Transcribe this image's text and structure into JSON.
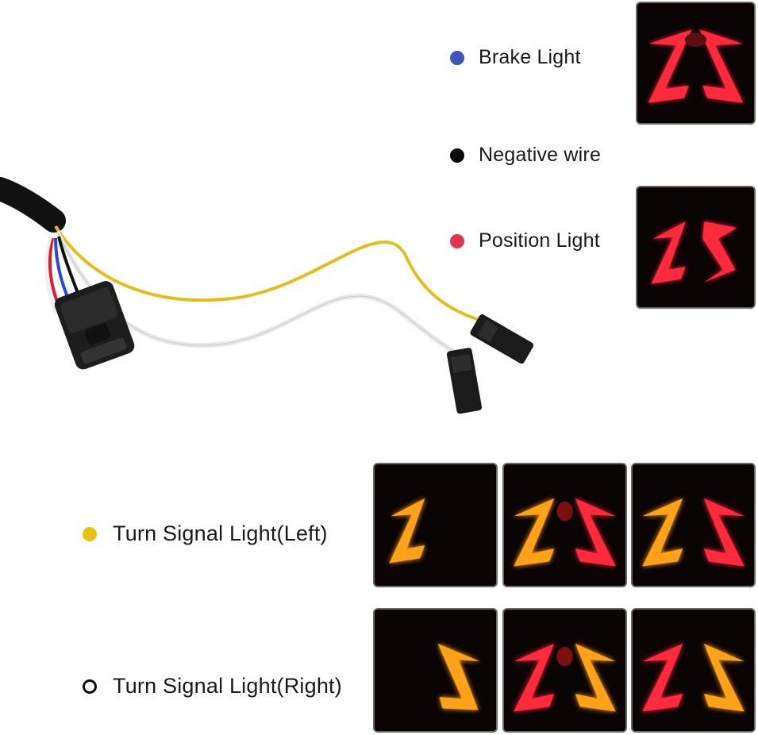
{
  "legend": [
    {
      "id": "brake",
      "label": "Brake Light",
      "color": "#3f55b8",
      "hollow": false
    },
    {
      "id": "negative",
      "label": "Negative wire",
      "color": "#0a0a0a",
      "hollow": false
    },
    {
      "id": "position",
      "label": "Position Light",
      "color": "#e0354f",
      "hollow": false
    },
    {
      "id": "turn-left",
      "label": "Turn Signal Light(Left)",
      "color": "#e8c210",
      "hollow": false
    },
    {
      "id": "turn-right",
      "label": "Turn Signal Light(Right)",
      "color": "#0a0a0a",
      "hollow": true
    }
  ],
  "colors": {
    "red_light": "#ff2a3c",
    "amber_light": "#ffa21a",
    "tile_bg": "#0b0404",
    "wire_yellow": "#e3be1a",
    "wire_white": "#f2f2f2",
    "wire_red": "#e4192a",
    "wire_blue": "#2a49d6",
    "wire_black": "#111111"
  }
}
